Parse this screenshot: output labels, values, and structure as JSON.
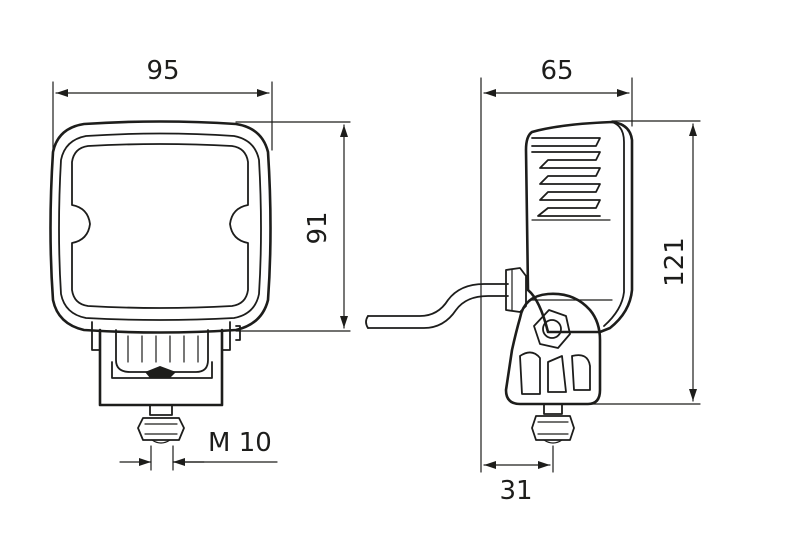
{
  "drawing": {
    "front_view": {
      "width_label": "95",
      "height_label": "91",
      "thread_label": "M 10"
    },
    "side_view": {
      "depth_label": "65",
      "height_label": "121",
      "mount_offset_label": "31"
    },
    "colors": {
      "line": "#1d1d1b",
      "background": "#ffffff"
    }
  }
}
